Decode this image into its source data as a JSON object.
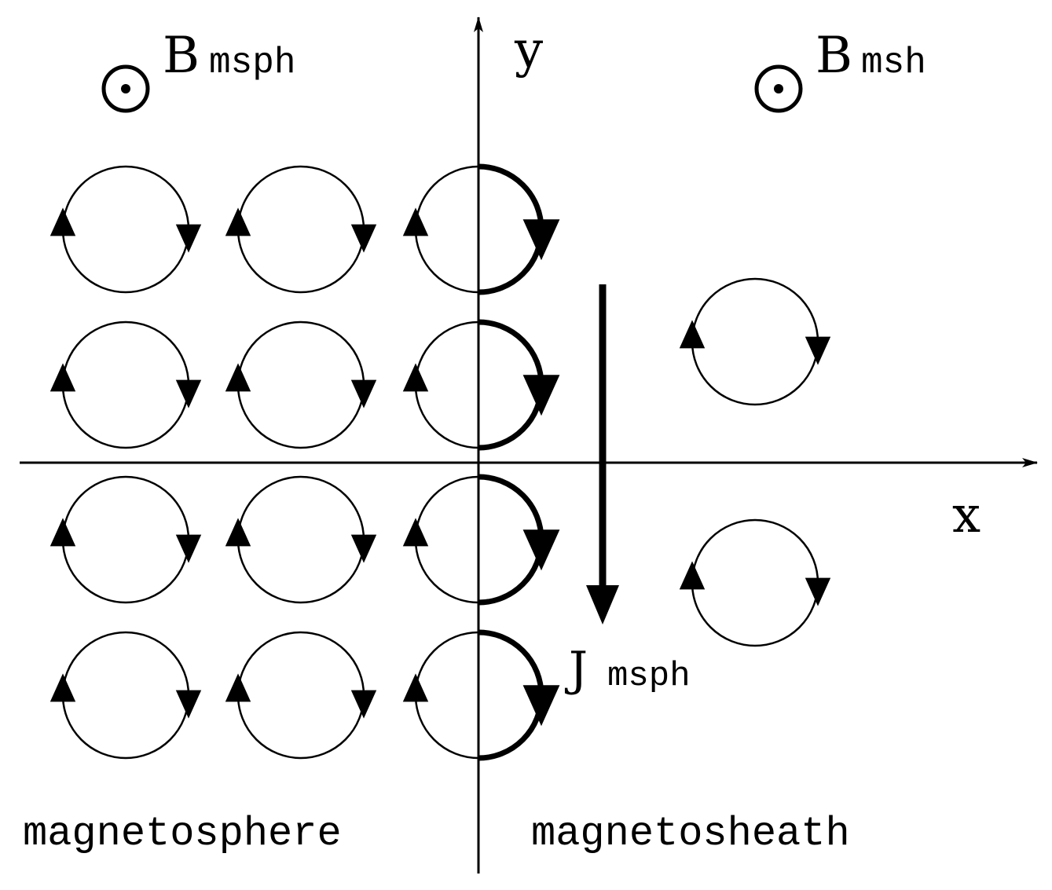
{
  "axes": {
    "x_label": "x",
    "y_label": "y"
  },
  "fields": {
    "magnetosphere": {
      "symbol": "B",
      "subscript": "msph",
      "direction_icon": "out-of-page-icon"
    },
    "magnetosheath": {
      "symbol": "B",
      "subscript": "msh",
      "direction_icon": "out-of-page-icon"
    }
  },
  "current": {
    "symbol": "J",
    "subscript": "msph",
    "direction": "-y"
  },
  "regions": {
    "left": "magnetosphere",
    "right": "magnetosheath"
  },
  "gyration": {
    "magnetosphere_grid": {
      "rows": 4,
      "columns": 3
    },
    "magnetosheath_orbits": 2,
    "boundary_column": "highlighted half-orbits"
  },
  "colors": {
    "ink": "#000000",
    "background": "#ffffff"
  }
}
